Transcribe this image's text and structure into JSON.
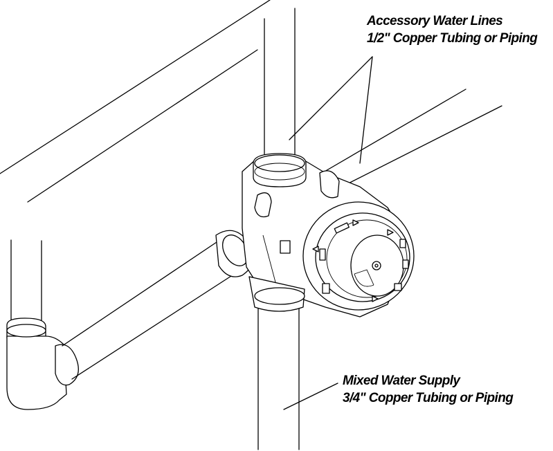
{
  "labels": {
    "accessory_water_lines": {
      "line1": "Accessory Water Lines",
      "line2": "1/2\" Copper Tubing or Piping"
    },
    "mixed_water_supply": {
      "line1": "Mixed Water Supply",
      "line2": "3/4\" Copper Tubing or Piping"
    }
  },
  "colors": {
    "line": "#000000",
    "background": "#ffffff"
  }
}
